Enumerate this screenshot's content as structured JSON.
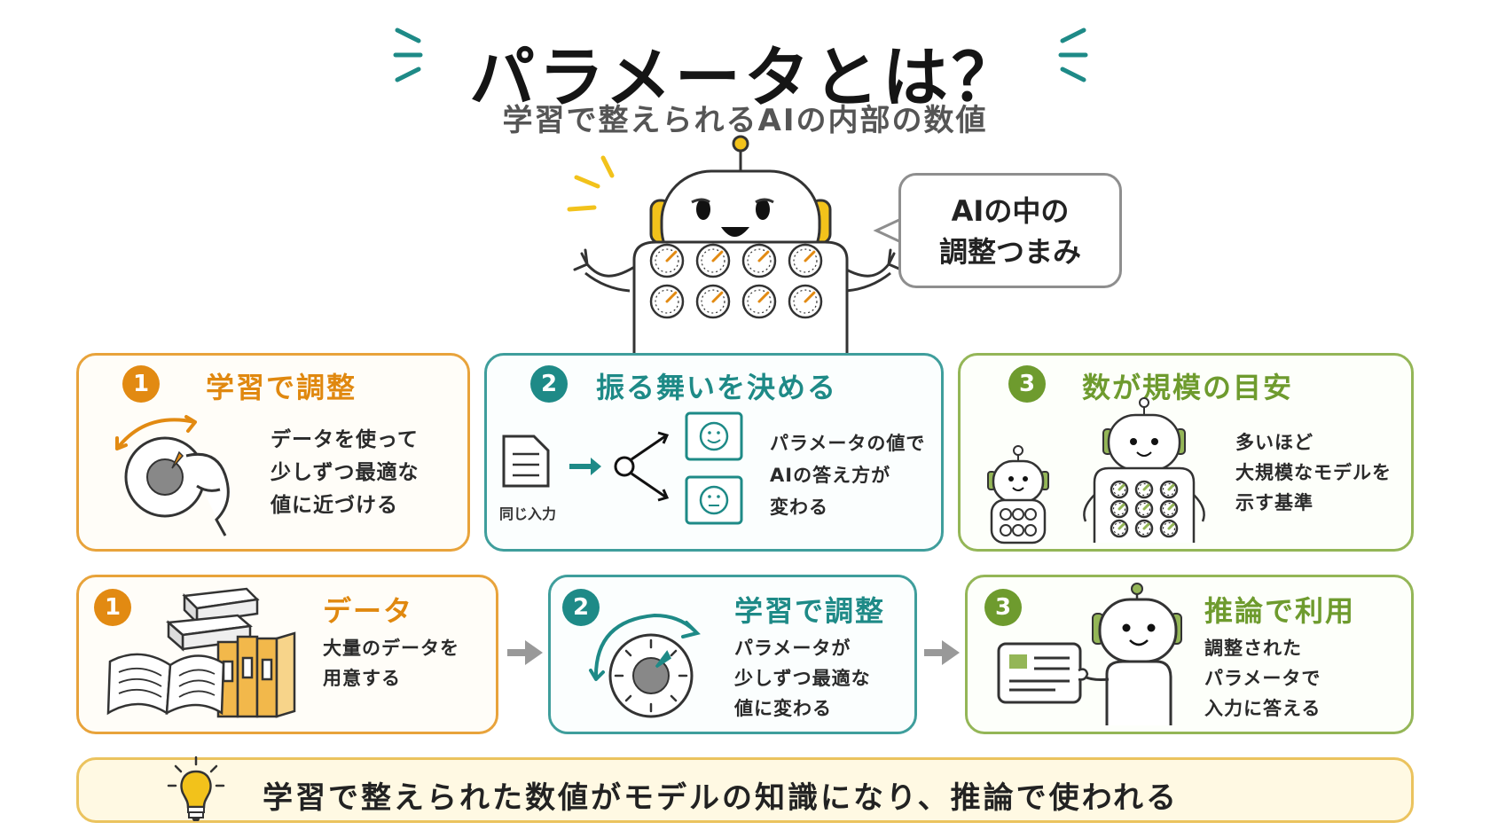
{
  "header": {
    "title": "パラメータとは？",
    "subtitle": "学習で整えられるAIの内部の数値"
  },
  "speech_bubble": {
    "text": "AIの中の\n調整つまみ"
  },
  "top_cards": [
    {
      "number": "1",
      "title": "学習で調整",
      "text": "データを使って\n少しずつ最適な\n値に近づける"
    },
    {
      "number": "2",
      "title": "振る舞いを決める",
      "text": "パラメータの値で\nAIの答え方が\n変わる",
      "input_label": "同じ入力"
    },
    {
      "number": "3",
      "title": "数が規模の目安",
      "text": "多いほど\n大規模なモデルを\n示す基準"
    }
  ],
  "steps": [
    {
      "number": "1",
      "title": "データ",
      "text": "大量のデータを\n用意する"
    },
    {
      "number": "2",
      "title": "学習で調整",
      "text": "パラメータが\n少しずつ最適な\n値に変わる"
    },
    {
      "number": "3",
      "title": "推論で利用",
      "text": "調整された\nパラメータで\n入力に答える"
    }
  ],
  "footer": {
    "text": "学習で整えられた数値がモデルの知識になり、推論で使われる"
  },
  "colors": {
    "orange": "#e28a12",
    "teal": "#1e8a87",
    "green": "#6e9b2e",
    "yellow_bar": "#fff9e3"
  }
}
